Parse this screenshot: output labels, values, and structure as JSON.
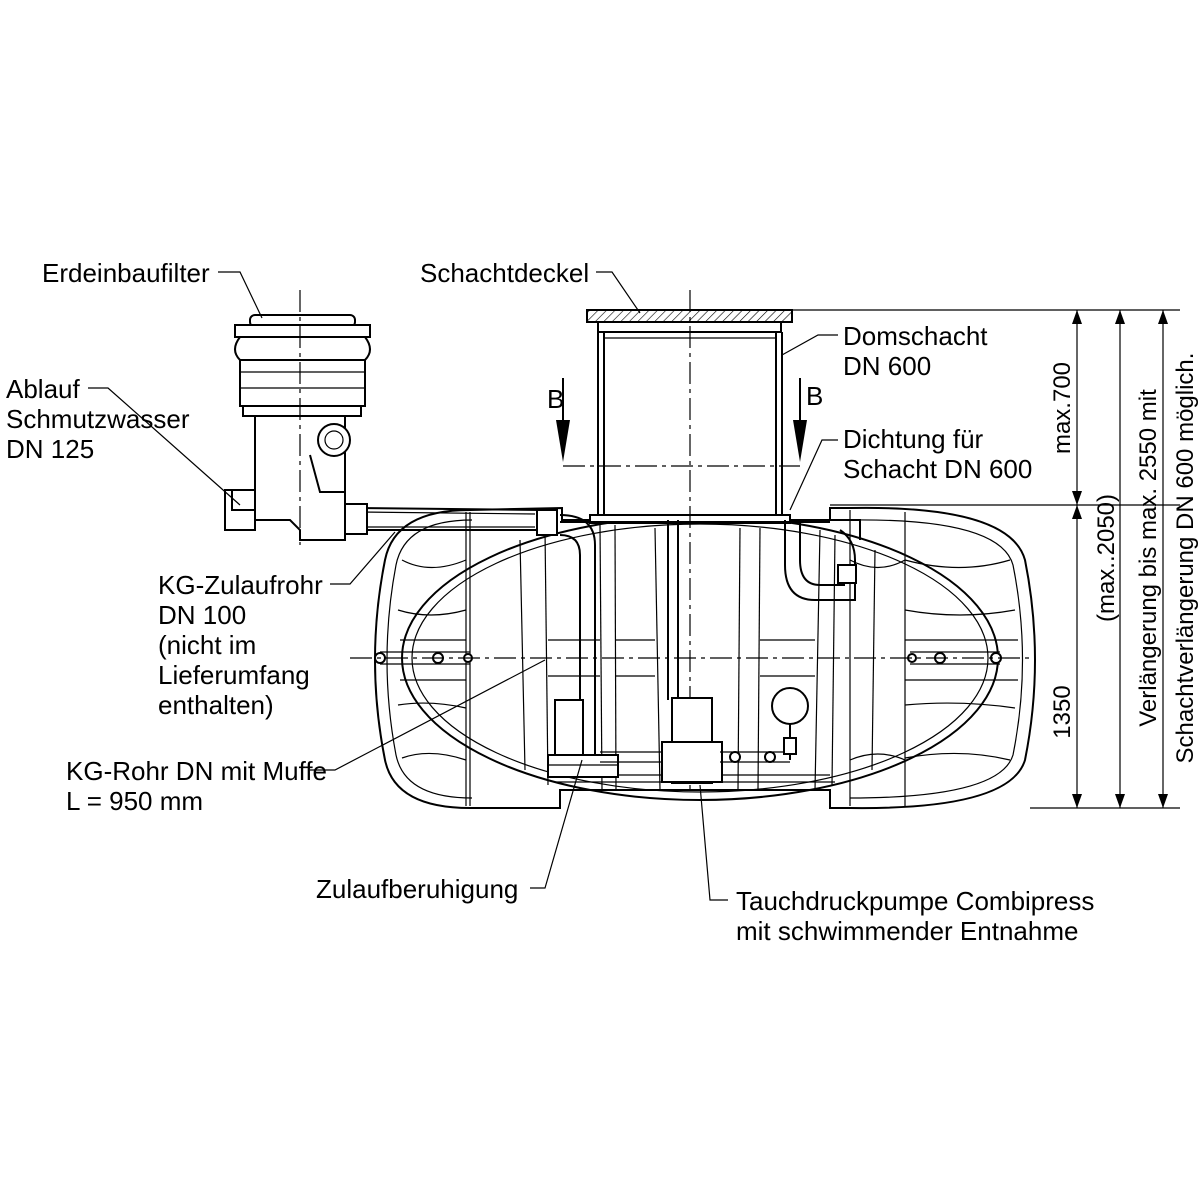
{
  "labels": {
    "erdeinbaufilter": "Erdeinbaufilter",
    "ablauf_1": "Ablauf",
    "ablauf_2": "Schmutzwasser",
    "ablauf_3": "DN 125",
    "schachtdeckel": "Schachtdeckel",
    "domschacht_1": "Domschacht",
    "domschacht_2": "DN 600",
    "section_b_left": "B",
    "section_b_right": "B",
    "dichtung_1": "Dichtung für",
    "dichtung_2": "Schacht DN 600",
    "kg_zulauf_1": "KG-Zulaufrohr",
    "kg_zulauf_2": "DN 100",
    "kg_zulauf_3": "(nicht im",
    "kg_zulauf_4": "Lieferumfang",
    "kg_zulauf_5": "enthalten)",
    "kg_rohr_1": "KG-Rohr DN mit Muffe",
    "kg_rohr_2": "L =  950 mm",
    "zulaufberuhigung": "Zulaufberuhigung",
    "pumpe_1": "Tauchdruckpumpe Combipress",
    "pumpe_2": "mit schwimmender Entnahme"
  },
  "dimensions": {
    "max700": "max.700",
    "d1350": "1350",
    "max2050": "(max..2050)",
    "verl_1": "Verlängerung bis max. 2550 mit",
    "verl_2": "Schachtverlängerung DN 600 möglich."
  }
}
